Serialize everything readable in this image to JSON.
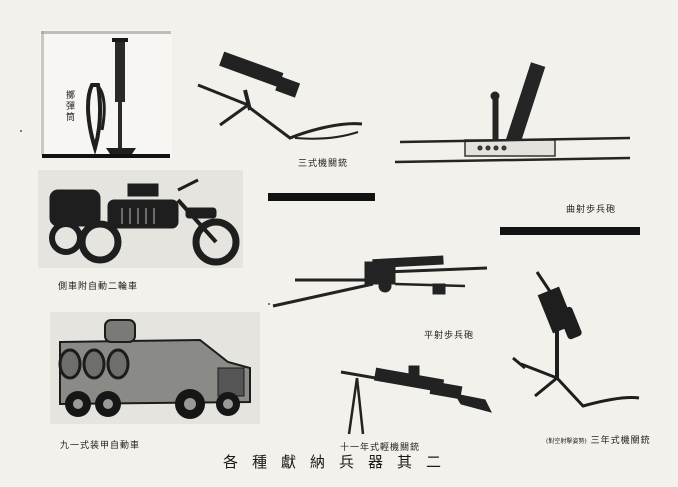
{
  "title": "各種獻納兵器其二",
  "captions": {
    "trench_mortar": "擲彈筒",
    "type3_hmg": "三式機關銃",
    "trench_gun": "曲射歩兵砲",
    "sidecar": "側車附自動二輪車",
    "flat_gun": "平射歩兵砲",
    "armored_car": "九一式装甲自動車",
    "type11_lmg": "十一年式輕機關銃",
    "type3_hmg_aa": "三年式機關銃",
    "type3_hmg_aa_note": "(對空射擊姿勢)"
  },
  "colors": {
    "paper": "#f3f1ec",
    "ink": "#121212",
    "photo_bg": "#e6e4df"
  }
}
